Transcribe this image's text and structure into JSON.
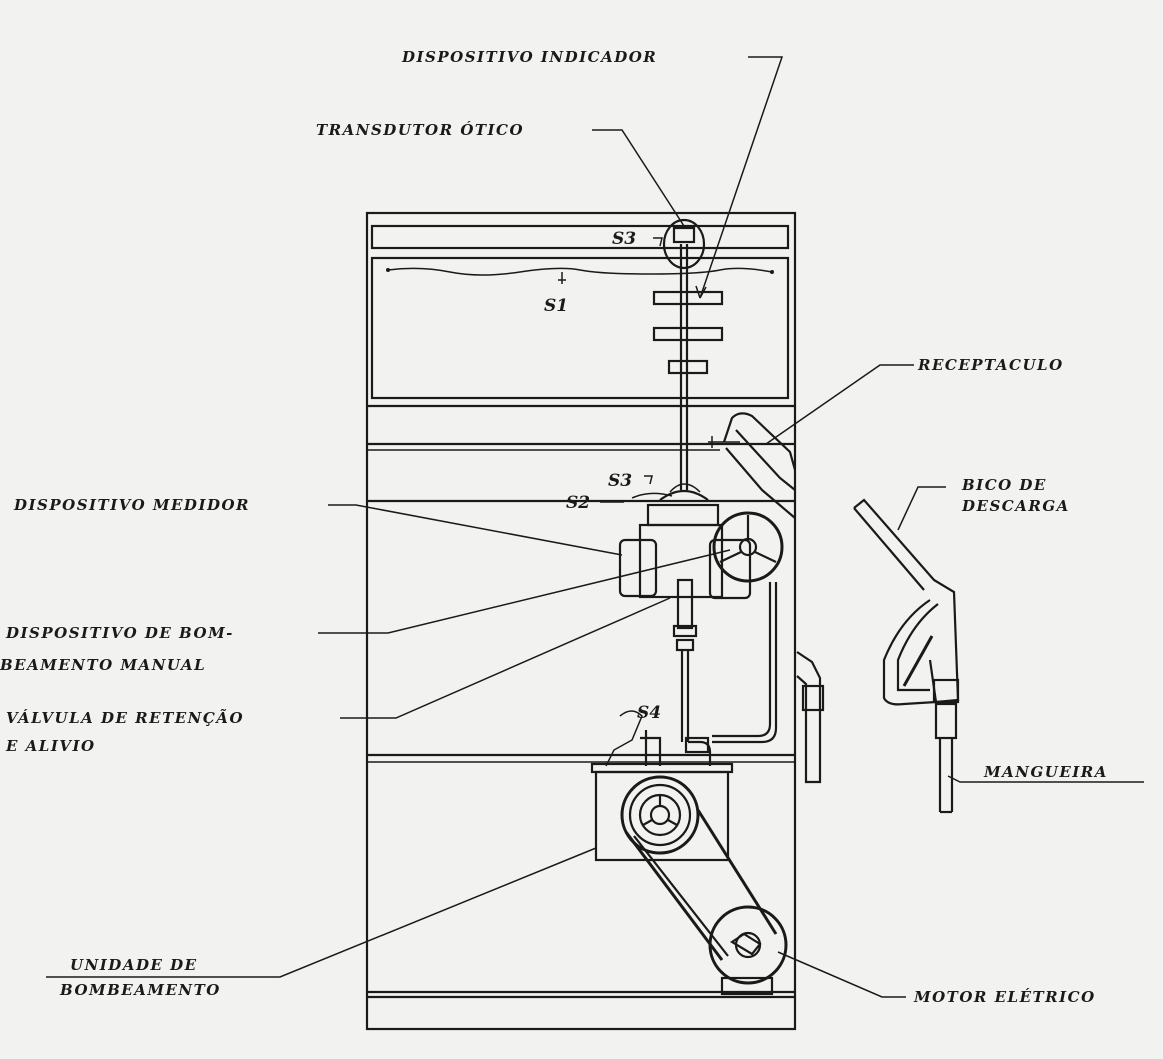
{
  "labels": {
    "dispositivo_indicador": "DISPOSITIVO INDICADOR",
    "transdutor_otico": "TRANSDUTOR ÓTICO",
    "receptaculo": "RECEPTACULO",
    "bico_de_descarga_1": "BICO DE",
    "bico_de_descarga_2": "DESCARGA",
    "dispositivo_medidor": "DISPOSITIVO MEDIDOR",
    "bombeamento_manual_1": "DISPOSITIVO DE BOM-",
    "bombeamento_manual_2": "BEAMENTO MANUAL",
    "valvula_1": "VÁLVULA DE RETENÇÃO",
    "valvula_2": "E ALIVIO",
    "mangueira": "MANGUEIRA",
    "unidade_1": "UNIDADE DE",
    "unidade_2": "BOMBEAMENTO",
    "motor": "MOTOR ELÉTRICO"
  },
  "sensors": {
    "s1": "S1",
    "s2": "S2",
    "s3_top": "S3",
    "s3_mid": "S3",
    "s4": "S4"
  },
  "colors": {
    "ink": "#1a1a1a",
    "paper": "#f2f2f0"
  }
}
